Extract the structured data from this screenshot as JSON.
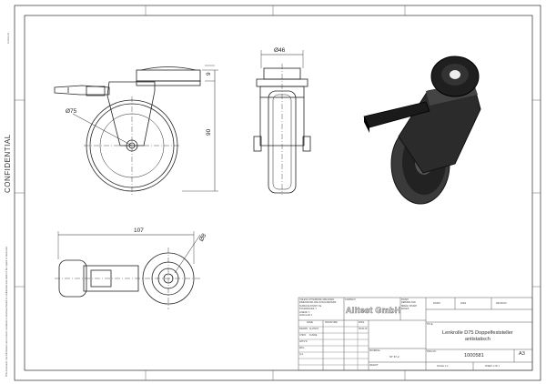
{
  "sheet": {
    "confidential": "CONFIDENTIAL",
    "sheet_format": "Format A3",
    "disclaimer": "This document, the information and content contained or disclosed herein is confidential and shall not be copied or disclosed."
  },
  "views": {
    "front": {
      "dim_diameter": "Ø75",
      "dim_height": "90",
      "dim_top": "9"
    },
    "side": {
      "dim_width": "Ø46"
    },
    "top": {
      "dim_length": "107",
      "dim_hole": "Ø8"
    }
  },
  "title_block": {
    "general_tolerance_lines": [
      "UNLESS OTHERWISE SPECIFIED:",
      "DIMENSIONS ARE IN MILLIMETERS",
      "SURFACE FINISH: Ra",
      "TOLERANCES: ±",
      "LINEAR: ±",
      "ANGULAR: ±"
    ],
    "company_label": "COMPANY",
    "company_name": "Alltest GmbH",
    "finish_label": "FINISH",
    "deburr_lines": [
      "DEBURR AND",
      "BREAK SHARP",
      "EDGES"
    ],
    "name_header": "NAME",
    "signature_header": "SIGNATURE",
    "date_header": "DATE",
    "drawn_label": "DRAWN",
    "drawn_name": "ALLTEST",
    "drawn_date": "08.09.18",
    "checked_label": "CHK'D",
    "checked_name": "KUNDE",
    "appv_label": "APPV'D",
    "mfg_label": "MFG",
    "qa_label": "Q.A",
    "title_label": "TITLE:",
    "title_line1": "Lenkrolle D75 Doppelfeststeller",
    "title_line2": "antistatisch",
    "material_label": "MATERIAL:",
    "material_value": "ST 37-2",
    "dwg_label": "DWG NO.",
    "dwg_no": "1000581",
    "size": "A3",
    "weight_label": "WEIGHT:",
    "scale_label": "SCALE: 1:2",
    "sheet_label": "SHEET 1 OF 1",
    "rev_label": "REV",
    "top_label1": "FINISH",
    "top_value1": "DATE",
    "top_value2": "REVISION"
  }
}
